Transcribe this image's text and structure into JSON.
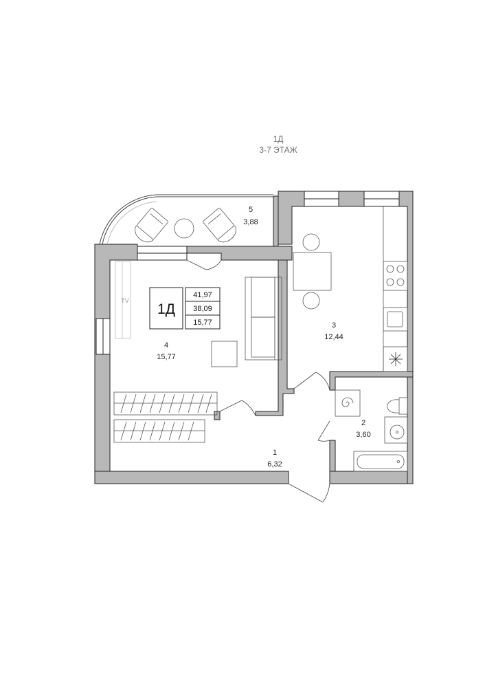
{
  "header": {
    "title": "1Д",
    "floors": "3-7 ЭТАЖ"
  },
  "badge": {
    "name": "1Д",
    "total": "41,97",
    "living_total": "38,09",
    "living": "15,77"
  },
  "rooms": [
    {
      "num": "1",
      "area": "6,32"
    },
    {
      "num": "2",
      "area": "3,60"
    },
    {
      "num": "3",
      "area": "12,44"
    },
    {
      "num": "4",
      "area": "15,77"
    },
    {
      "num": "5",
      "area": "3,88"
    }
  ],
  "furniture": {
    "tv_label": "TV"
  },
  "colors": {
    "wall": "#b8b8b8",
    "outline": "#222222",
    "furniture": "#555555",
    "label": "#6d6d6d"
  }
}
